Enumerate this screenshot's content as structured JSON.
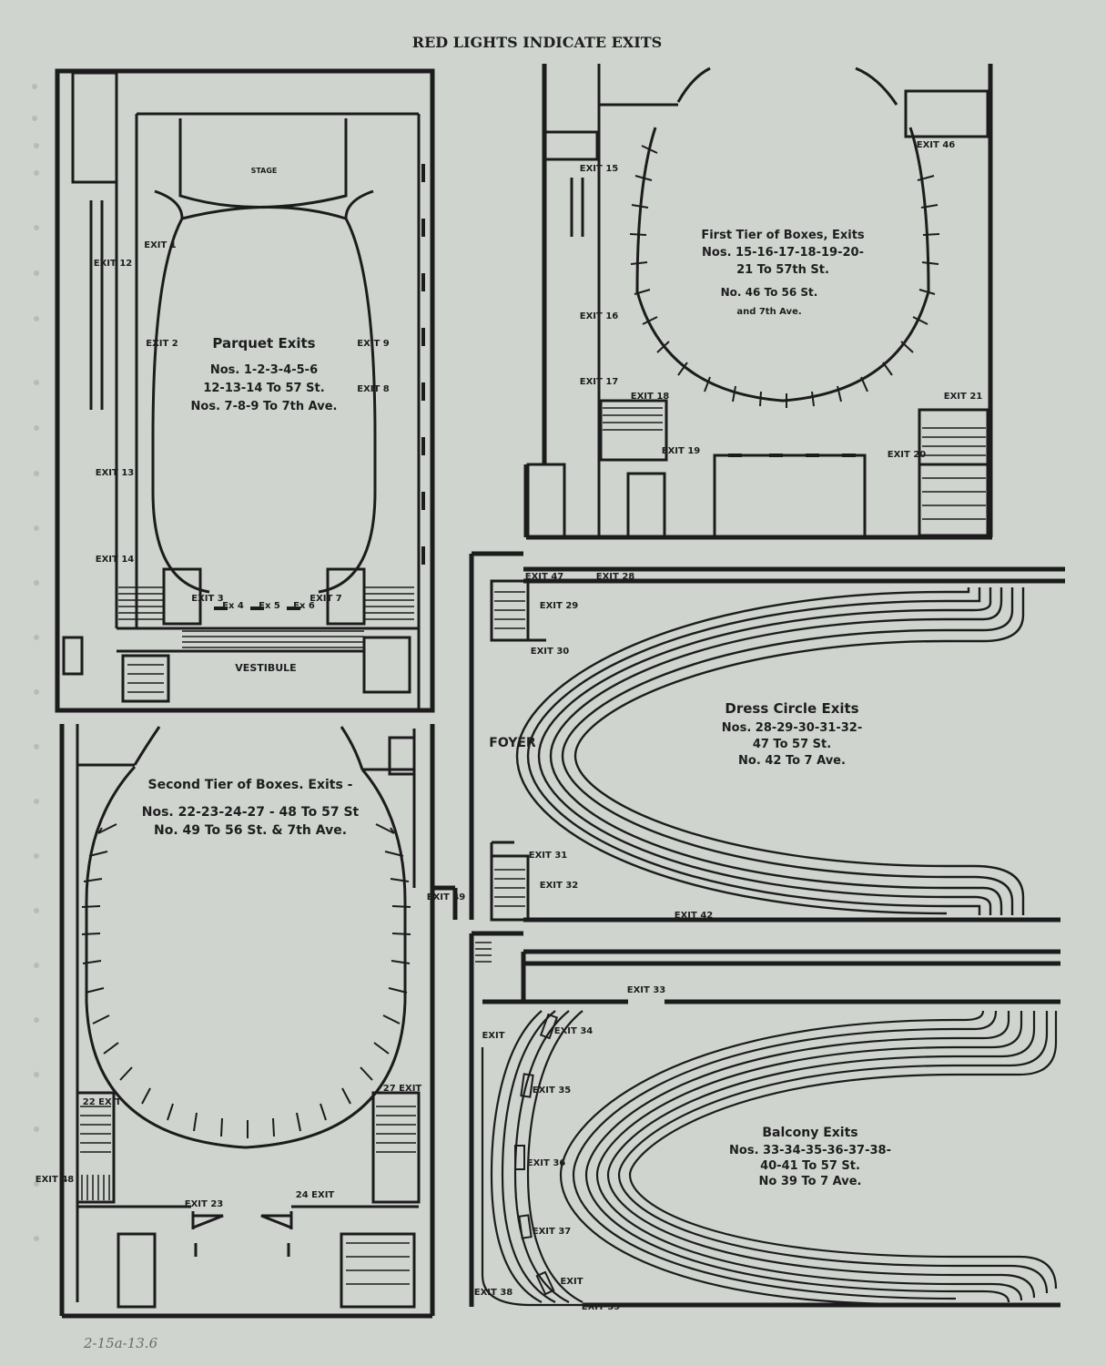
{
  "header": "RED LIGHTS INDICATE EXITS",
  "colors": {
    "paper": "#cfd4cf",
    "ink": "#1c1c1c"
  },
  "parquet": {
    "stage": "STAGE",
    "title": "Parquet Exits",
    "line1": "Nos. 1-2-3-4-5-6",
    "line2": "12-13-14 To 57 St.",
    "line3": "Nos. 7-8-9 To 7th Ave.",
    "vestibule": "VESTIBULE",
    "exits": [
      "EXIT 1",
      "EXIT 2",
      "EXIT 12",
      "EXIT 13",
      "EXIT 14",
      "EXIT 9",
      "EXIT 8",
      "EXIT 3",
      "Ex 4",
      "Ex 5",
      "Ex 6",
      "EXIT 7"
    ]
  },
  "first_tier": {
    "line1": "First Tier of Boxes, Exits",
    "line2": "Nos. 15-16-17-18-19-20-",
    "line3": "21 To 57th St.",
    "line4": "No. 46 To 56 St.",
    "line5": "and 7th Ave.",
    "exits": [
      "EXIT 15",
      "EXIT 16",
      "EXIT 17",
      "EXIT 18",
      "EXIT 19",
      "EXIT 46",
      "EXIT 21",
      "EXIT 20"
    ]
  },
  "dress_circle": {
    "line1": "Dress Circle Exits",
    "line2": "Nos. 28-29-30-31-32-",
    "line3": "47 To 57 St.",
    "line4": "No. 42 To 7 Ave.",
    "foyer": "FOYER",
    "exits": [
      "EXIT 47",
      "EXIT 28",
      "EXIT 29",
      "EXIT 30",
      "EXIT 31",
      "EXIT 32",
      "EXIT 42"
    ]
  },
  "second_tier": {
    "line1": "Second Tier of Boxes. Exits -",
    "line2": "Nos. 22-23-24-27 - 48 To 57 St",
    "line3": "No. 49 To 56 St. & 7th Ave.",
    "exits": [
      "EXIT 49",
      "22 EXIT",
      "27 EXIT",
      "EXIT 48",
      "EXIT 23",
      "24 EXIT"
    ]
  },
  "balcony": {
    "line1": "Balcony Exits",
    "line2": "Nos. 33-34-35-36-37-38-",
    "line3": "40-41 To 57 St.",
    "line4": "No 39 To 7 Ave.",
    "exits": [
      "EXIT 33",
      "EXIT",
      "EXIT 34",
      "EXIT 35",
      "EXIT 36",
      "EXIT 37",
      "EXIT 38",
      "EXIT",
      "EXIT 39"
    ]
  },
  "annotation": "2-15a-13.6"
}
